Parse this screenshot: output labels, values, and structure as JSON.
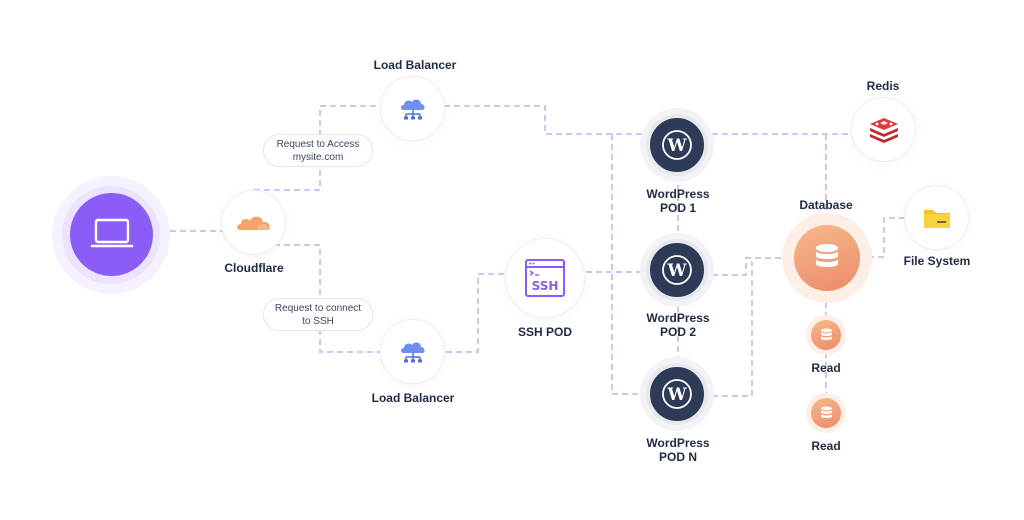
{
  "diagram": {
    "nodes": {
      "cloudflare": {
        "label": "Cloudflare",
        "icon": "cloud-icon"
      },
      "load_balancer_top": {
        "label": "Load Balancer",
        "icon": "network-cloud-icon"
      },
      "load_balancer_bottom": {
        "label": "Load Balancer",
        "icon": "network-cloud-icon"
      },
      "ssh_pod": {
        "label": "SSH POD",
        "icon": "ssh-terminal-icon",
        "icon_text": "SSH"
      },
      "wordpress_pod_1": {
        "line1": "WordPress",
        "line2": "POD 1",
        "icon": "wordpress-icon"
      },
      "wordpress_pod_2": {
        "line1": "WordPress",
        "line2": "POD 2",
        "icon": "wordpress-icon"
      },
      "wordpress_pod_n": {
        "line1": "WordPress",
        "line2": "POD N",
        "icon": "wordpress-icon"
      },
      "redis": {
        "label": "Redis",
        "icon": "redis-icon"
      },
      "database": {
        "label": "Database",
        "icon": "database-icon"
      },
      "file_system": {
        "label": "File System",
        "icon": "folder-icon"
      },
      "read_1": {
        "label": "Read",
        "icon": "database-icon"
      },
      "read_2": {
        "label": "Read",
        "icon": "database-icon"
      },
      "client": {
        "icon": "laptop-icon"
      }
    },
    "edge_labels": {
      "access": {
        "line1": "Request to Access",
        "line2": "mysite.com"
      },
      "ssh": {
        "line1": "Request to connect",
        "line2": "to SSH"
      }
    },
    "colors": {
      "connector": "#c9c8f4",
      "client_purple": "#8b5cf6",
      "wordpress_navy": "#2d3b56",
      "cloudflare_orange": "#f6a46a",
      "ssh_purple": "#8b5cf6",
      "redis_red": "#e03a3a",
      "folder_yellow": "#f5c518",
      "database_orange": "#f29a6a"
    }
  }
}
